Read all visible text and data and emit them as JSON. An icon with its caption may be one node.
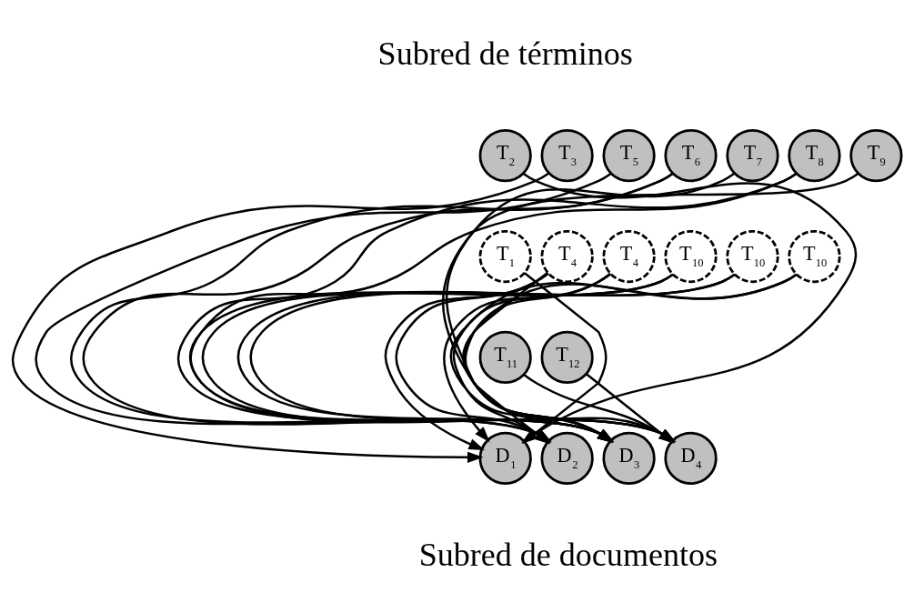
{
  "diagram": {
    "nodes": [
      {
        "text": [
          "T$_{2}$"
        ]
      },
      {
        "text": [
          "T$_{3}$"
        ]
      },
      {
        "text": [
          "T$_{5}$"
        ]
      },
      {
        "text": [
          "T$_{6}$"
        ]
      },
      {
        "text": [
          "T$_{7}$"
        ]
      },
      {
        "text": [
          "T$_{8}$"
        ]
      },
      {
        "text": [
          "T$_{9}$"
        ]
      },
      {
        "text": [
          "T$_{1}$"
        ]
      },
      {
        "text": [
          "T$_{4}$"
        ]
      },
      {
        "text": [
          "T$_{4}$"
        ]
      },
      {
        "text": [
          "T$_{10}$"
        ]
      },
      {
        "text": [
          "T$_{10}$"
        ]
      },
      {
        "text": [
          "T$_{10}$"
        ]
      },
      {
        "text": [
          "T$_{11}$"
        ]
      },
      {
        "text": [
          "T$_{12}$"
        ]
      },
      {
        "text": [
          "D$_{1}$"
        ]
      },
      {
        "text": [
          "D$_{2}$"
        ]
      },
      {
        "text": [
          "D$_{3}$"
        ]
      },
      {
        "text": [
          "D$_{4}$"
        ]
      }
    ],
    "edges": [
      {
        "from": 0,
        "to": 15,
        "arrow": "to"
      },
      {
        "from": 1,
        "to": 15,
        "arrow": "to"
      },
      {
        "from": 7,
        "to": 15,
        "arrow": "to"
      },
      {
        "from": 8,
        "to": 15,
        "arrow": "to"
      },
      {
        "from": 9,
        "to": 15,
        "arrow": "to"
      },
      {
        "from": 8,
        "to": 16,
        "arrow": "to"
      },
      {
        "from": 8,
        "to": 17,
        "arrow": "to"
      },
      {
        "from": 9,
        "to": 16,
        "arrow": "to"
      },
      {
        "from": 9,
        "to": 17,
        "arrow": "to"
      },
      {
        "from": 2,
        "to": 16,
        "arrow": "to"
      },
      {
        "from": 3,
        "to": 16,
        "arrow": "to"
      },
      {
        "from": 3,
        "to": 17,
        "arrow": "to"
      },
      {
        "from": 4,
        "to": 16,
        "arrow": "to"
      },
      {
        "from": 5,
        "to": 17,
        "arrow": "to"
      },
      {
        "from": 5,
        "to": 18,
        "arrow": "to"
      },
      {
        "from": 6,
        "to": 17,
        "arrow": "to"
      },
      {
        "from": 10,
        "to": 17,
        "arrow": "to"
      },
      {
        "from": 10,
        "to": 18,
        "arrow": "to"
      },
      {
        "from": 11,
        "to": 17,
        "arrow": "to"
      },
      {
        "from": 11,
        "to": 18,
        "arrow": "to"
      },
      {
        "from": 12,
        "to": 17,
        "arrow": "to"
      },
      {
        "from": 12,
        "to": 18,
        "arrow": "to"
      },
      {
        "from": 13,
        "to": 18,
        "arrow": "to"
      },
      {
        "from": 14,
        "to": 18,
        "arrow": "to"
      }
    ],
    "labels": [
      "Subred de términos",
      "Subred de documentos"
    ]
  }
}
